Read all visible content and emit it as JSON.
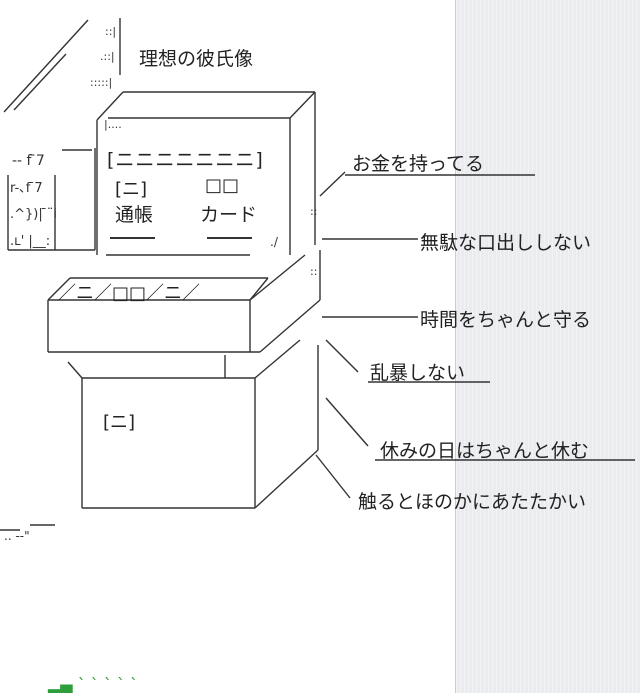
{
  "title": "理想の彼氏像",
  "machine": {
    "screen_text": "[ニニニニニニニ]",
    "left_hanko": "[ニ]",
    "left_label": "通帳",
    "right_hanko": "□□",
    "right_label": "カード",
    "slot_text": "／ニ／□□／ニ／",
    "base_label": "[ニ]"
  },
  "labels": [
    "お金を持ってる",
    "無駄な口出ししない",
    "時間をちゃんと守る",
    "乱暴しない",
    "休みの日はちゃんと休む",
    "触るとほのかにあたたかい"
  ],
  "colors": {
    "panel": "#eaecef",
    "ink": "#333333",
    "accent_green": "#2e9e3a"
  }
}
